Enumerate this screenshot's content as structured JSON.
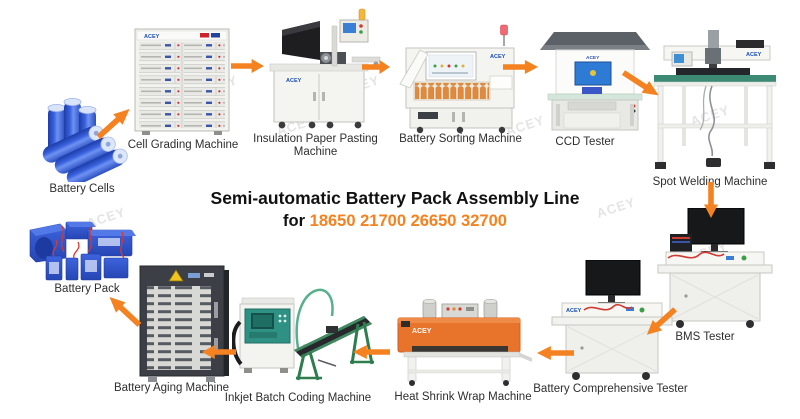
{
  "title": {
    "line1": "Semi-automatic Battery Pack Assembly Line",
    "line2_prefix": "for ",
    "line2_numbers": "18650 21700 26650 32700"
  },
  "brand": "ACEY",
  "watermark": "ACEY",
  "colors": {
    "arrow_orange": "#f58220",
    "title_accent": "#f5821e",
    "battery_blue": "#2a52cc",
    "heat_shrink_orange": "#e8742c",
    "conveyor_green": "#2f7d4e",
    "machine_white": "#f4f4f1",
    "aging_dark": "#3c4046"
  },
  "nodes": [
    {
      "id": "battery-cells",
      "label": "Battery Cells"
    },
    {
      "id": "cell-grading-machine",
      "label": "Cell Grading Machine"
    },
    {
      "id": "insulation-paper-pasting-machine",
      "label": "Insulation Paper Pasting Machine"
    },
    {
      "id": "battery-sorting-machine",
      "label": "Battery Sorting Machine"
    },
    {
      "id": "ccd-tester",
      "label": "CCD Tester"
    },
    {
      "id": "spot-welding-machine",
      "label": "Spot Welding Machine"
    },
    {
      "id": "bms-tester",
      "label": "BMS Tester"
    },
    {
      "id": "battery-comprehensive-tester",
      "label": "Battery Comprehensive Tester"
    },
    {
      "id": "heat-shrink-wrap-machine",
      "label": "Heat Shrink Wrap Machine"
    },
    {
      "id": "inkjet-batch-coding-machine",
      "label": "Inkjet Batch Coding Machine"
    },
    {
      "id": "battery-aging-machine",
      "label": "Battery Aging Machine"
    },
    {
      "id": "battery-pack",
      "label": "Battery Pack"
    }
  ]
}
